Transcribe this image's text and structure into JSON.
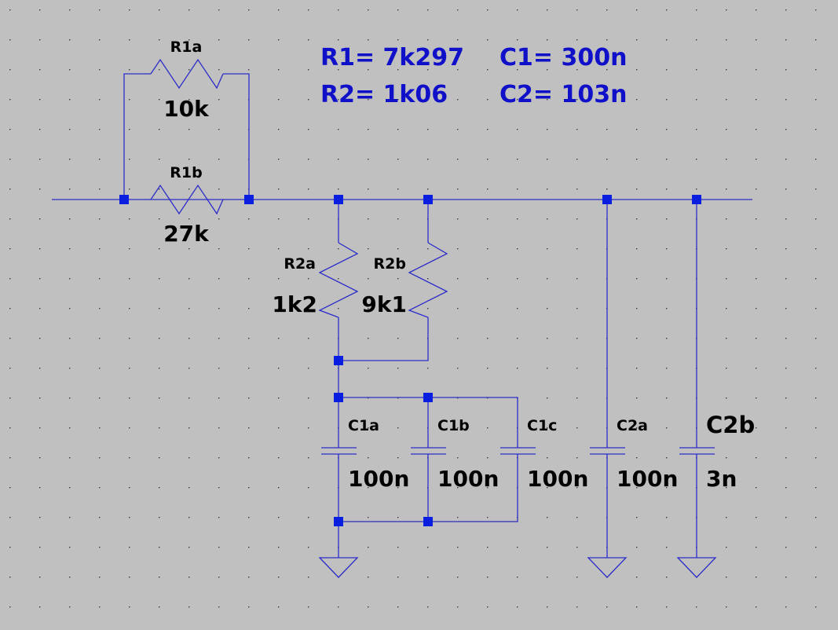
{
  "summary": {
    "r1": "R1= 7k297",
    "r2": "R2= 1k06",
    "c1": "C1= 300n",
    "c2": "C2= 103n"
  },
  "components": {
    "R1a": {
      "name": "R1a",
      "value": "10k"
    },
    "R1b": {
      "name": "R1b",
      "value": "27k"
    },
    "R2a": {
      "name": "R2a",
      "value": "1k2"
    },
    "R2b": {
      "name": "R2b",
      "value": "9k1"
    },
    "C1a": {
      "name": "C1a",
      "value": "100n"
    },
    "C1b": {
      "name": "C1b",
      "value": "100n"
    },
    "C1c": {
      "name": "C1c",
      "value": "100n"
    },
    "C2a": {
      "name": "C2a",
      "value": "100n"
    },
    "C2b": {
      "name": "C2b",
      "value": "3n"
    }
  },
  "colors": {
    "background": "#c0c0c0",
    "wire": "#2c2cc8",
    "junction": "#0a1ee0",
    "summary_text": "#1010c8",
    "label_text": "#000000",
    "grid_dot": "#3a3a3a"
  }
}
